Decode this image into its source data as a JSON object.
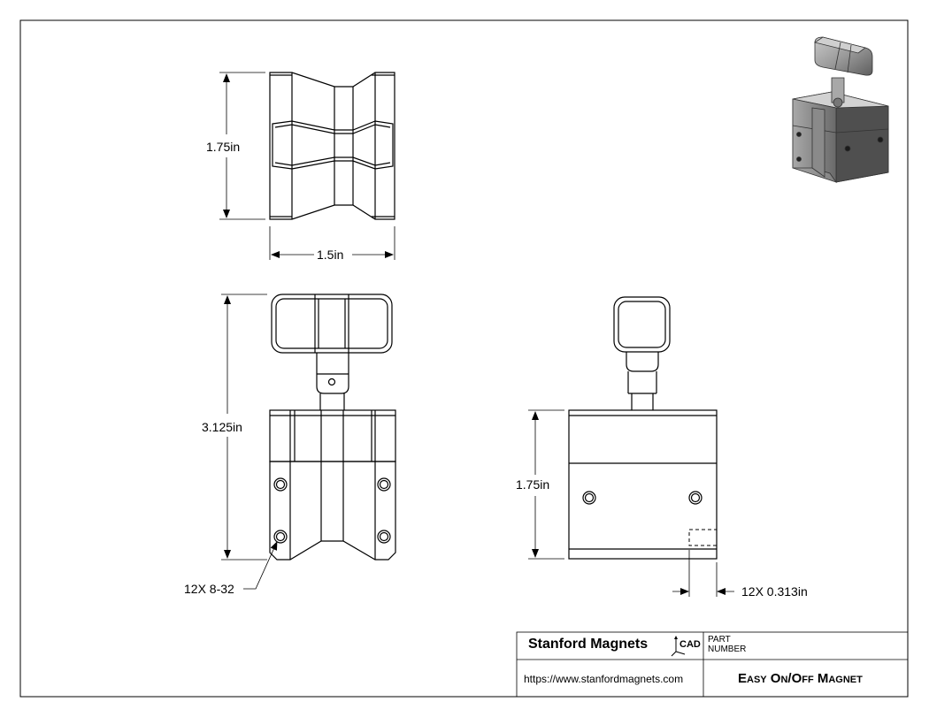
{
  "dimensions": {
    "top_height": "1.75in",
    "top_width": "1.5in",
    "front_height": "3.125in",
    "side_height": "1.75in",
    "thread_callout": "12X 8-32",
    "depth_callout": "12X 0.313in"
  },
  "title_block": {
    "company": "Stanford Magnets",
    "logo_text": "CAD",
    "part_number_label_line1": "PART",
    "part_number_label_line2": "NUMBER",
    "url": "https://www.stanfordmagnets.com",
    "part_name": "Easy On/Off Magnet"
  }
}
